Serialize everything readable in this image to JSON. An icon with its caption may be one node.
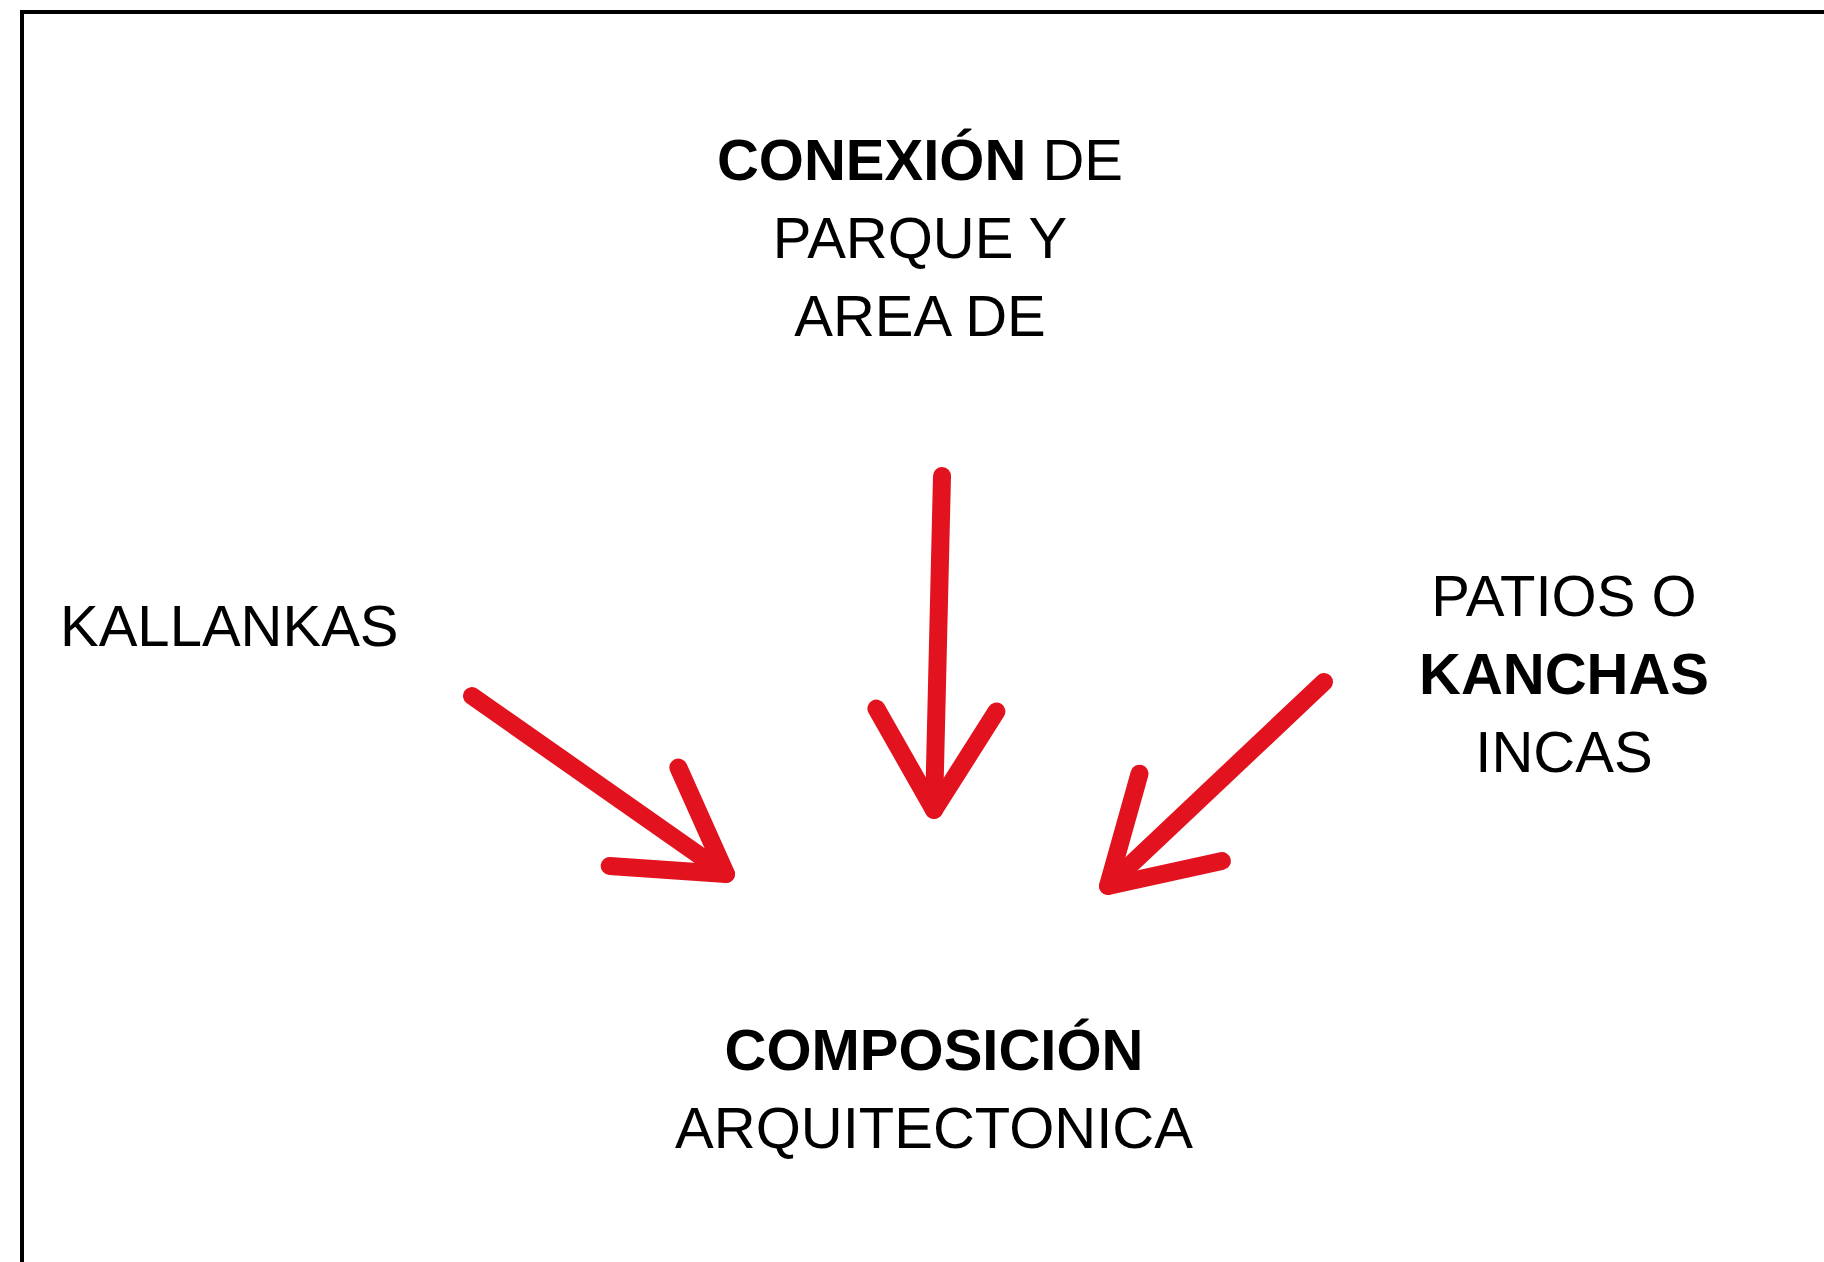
{
  "diagram": {
    "nodes": [
      {
        "text": [
          "**CONEXIÓN** DE PARQUE Y AREA DE"
        ]
      },
      {
        "text": [
          "KALLANKAS"
        ]
      },
      {
        "text": [
          "PATIOS O **KANCHAS** INCAS"
        ]
      },
      {
        "text": [
          "**COMPOSICIÓN** ARQUITECTONICA"
        ]
      }
    ],
    "edges": [
      {
        "from": 1,
        "to": 3,
        "arrow": "to"
      },
      {
        "from": 0,
        "to": 3,
        "arrow": "to"
      },
      {
        "from": 2,
        "to": 3,
        "arrow": "to"
      }
    ]
  }
}
